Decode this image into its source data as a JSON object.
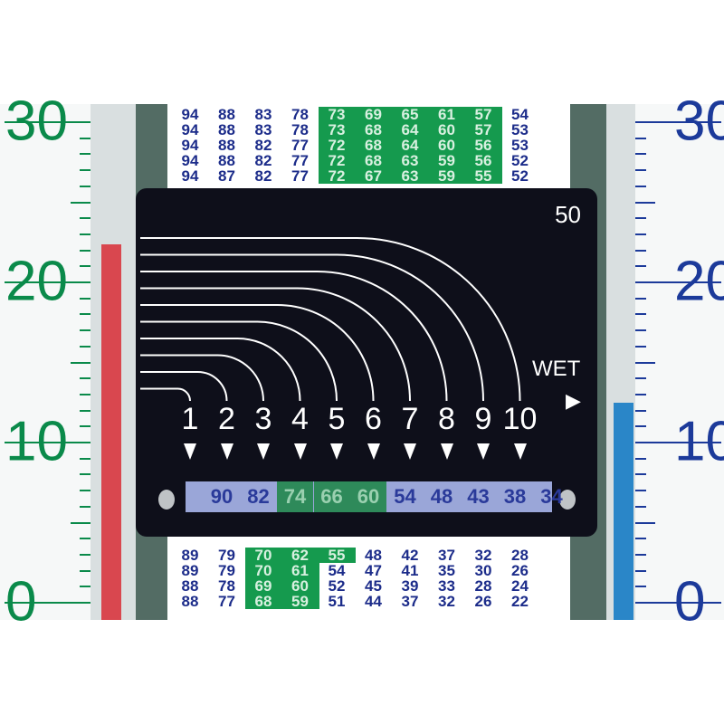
{
  "left_scale": {
    "labels": [
      "30",
      "20",
      "10",
      "0"
    ],
    "color": "#0a8a4a",
    "values": [
      30,
      20,
      10,
      0
    ],
    "bar_level": 23,
    "bar_color": "#d9474f"
  },
  "right_scale": {
    "labels": [
      "30",
      "20",
      "10",
      "0"
    ],
    "color": "#1c3a9a",
    "values": [
      30,
      20,
      10,
      0
    ],
    "bar_level": 13,
    "bar_color": "#2a86c8"
  },
  "card": {
    "max_label": "50",
    "wet_label": "WET",
    "wet_arrow": "▶",
    "columns": [
      "1",
      "2",
      "3",
      "4",
      "5",
      "6",
      "7",
      "8",
      "9",
      "10"
    ],
    "window_values": [
      "90",
      "82",
      "74",
      "66",
      "60",
      "54",
      "48",
      "43",
      "38",
      "34"
    ],
    "window_green": [
      2,
      3,
      4
    ]
  },
  "top_table": {
    "rows": [
      [
        "94",
        "88",
        "83",
        "78",
        "73",
        "69",
        "65",
        "61",
        "57",
        "54"
      ],
      [
        "94",
        "88",
        "83",
        "78",
        "73",
        "68",
        "64",
        "60",
        "57",
        "53"
      ],
      [
        "94",
        "88",
        "82",
        "77",
        "72",
        "68",
        "64",
        "60",
        "56",
        "53"
      ],
      [
        "94",
        "88",
        "82",
        "77",
        "72",
        "68",
        "63",
        "59",
        "56",
        "52"
      ],
      [
        "94",
        "87",
        "82",
        "77",
        "72",
        "67",
        "63",
        "59",
        "55",
        "52"
      ]
    ],
    "green_columns": [
      4,
      5,
      6,
      7,
      8
    ]
  },
  "bottom_table": {
    "rows": [
      [
        "89",
        "79",
        "70",
        "62",
        "55",
        "48",
        "42",
        "37",
        "32",
        "28"
      ],
      [
        "89",
        "79",
        "70",
        "61",
        "54",
        "47",
        "41",
        "35",
        "30",
        "26"
      ],
      [
        "88",
        "78",
        "69",
        "60",
        "52",
        "45",
        "39",
        "33",
        "28",
        "24"
      ],
      [
        "88",
        "77",
        "68",
        "59",
        "51",
        "44",
        "37",
        "32",
        "26",
        "22"
      ]
    ],
    "green_columns": [
      2,
      3
    ],
    "green_first_row_extra": [
      4
    ]
  },
  "colors": {
    "green": "#159a4e",
    "navy": "#1c2c8a",
    "card": "#0e0f1a"
  }
}
